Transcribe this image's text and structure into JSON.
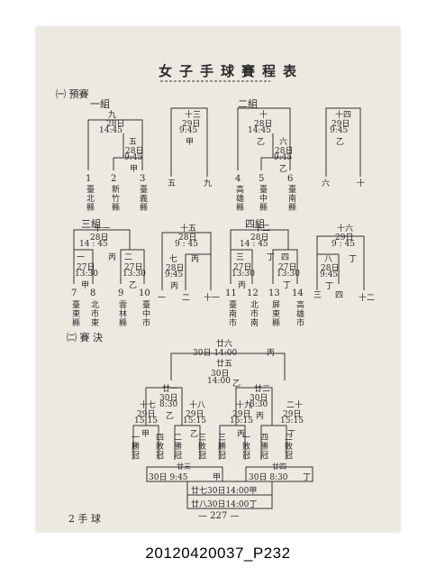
{
  "title": "女子手球賽程表",
  "section1": "㈠ 預賽",
  "section2": "㈡ 賽 決",
  "groups": [
    "一組",
    "二組",
    "三組",
    "四組"
  ],
  "matches": {
    "m9": {
      "no": "九",
      "date": "28日",
      "time": "14:45"
    },
    "m5": {
      "no": "五",
      "date": "28日",
      "time": "9:45",
      "side": "甲"
    },
    "m13": {
      "no": "十三",
      "date": "29日",
      "time": "9:45",
      "side": "甲"
    },
    "m10": {
      "no": "十",
      "date": "28日",
      "time": "14:45",
      "side": "乙"
    },
    "m6": {
      "no": "六",
      "date": "28日",
      "time": "9:45",
      "side": "乙"
    },
    "m14": {
      "no": "十四",
      "date": "29日",
      "time": "9:45",
      "side": "乙"
    },
    "m11": {
      "no": "十一",
      "date": "28日",
      "time": "14 : 45",
      "side": "丙"
    },
    "m1": {
      "no": "一",
      "date": "27日",
      "time": "13:30",
      "side": "甲"
    },
    "m2": {
      "no": "二",
      "date": "27日",
      "time": "13:30",
      "side": "乙"
    },
    "m15": {
      "no": "十五",
      "date": "28日",
      "time": "9 : 45"
    },
    "m7": {
      "no": "七",
      "date": "28日",
      "time": "9:45",
      "side": "丙"
    },
    "m12": {
      "no": "十二",
      "date": "28日",
      "time": "14 : 45",
      "side": "丁"
    },
    "m3": {
      "no": "三",
      "date": "27日",
      "time": "13:30",
      "side": "丙"
    },
    "m4": {
      "no": "四",
      "date": "27日",
      "time": "13:30",
      "side": "丁"
    },
    "m16": {
      "no": "十六",
      "date": "29日",
      "time": "9 : 45",
      "side": "丁"
    },
    "m8": {
      "no": "八",
      "date": "28日",
      "time": "9:45",
      "side": "丁"
    }
  },
  "side_bing": "丙",
  "teams": {
    "t1": {
      "no": "1",
      "name": "臺北縣"
    },
    "t2": {
      "no": "2",
      "name": "新竹縣"
    },
    "t3": {
      "no": "3",
      "name": "臺義縣"
    },
    "t4": {
      "no": "4",
      "name": "高雄縣"
    },
    "t5": {
      "no": "5",
      "name": "臺中縣"
    },
    "t6": {
      "no": "6",
      "name": "臺南縣"
    },
    "t7": {
      "no": "7",
      "name": "臺東縣"
    },
    "t8": {
      "no": "8",
      "name": "北市東"
    },
    "t9": {
      "no": "9",
      "name": "雲林縣"
    },
    "t10": {
      "no": "10",
      "name": "臺中市"
    },
    "t11": {
      "no": "11",
      "name": "臺南市"
    },
    "t12": {
      "no": "12",
      "name": "北市南"
    },
    "t13": {
      "no": "13",
      "name": "屏東縣"
    },
    "t14": {
      "no": "14",
      "name": "高雄市"
    }
  },
  "bye_labels": {
    "b5": "五",
    "b9": "九",
    "b6": "六",
    "b10": "十",
    "b1": "一",
    "b2": "二",
    "b11": "十一",
    "b3": "三",
    "b4": "四",
    "b12": "十二"
  },
  "finals": {
    "f26": {
      "no": "廿六",
      "text": "30日 14:00",
      "side": "丙"
    },
    "f25": {
      "no": "廿五",
      "date": "30日",
      "time": "14:00",
      "side": "乙"
    },
    "f21": {
      "no": "廿一",
      "date": "30日",
      "time": "8:30",
      "side": "乙"
    },
    "f22": {
      "no": "廿二",
      "date": "30日",
      "time": "8:30",
      "side": "丙"
    },
    "f17": {
      "no": "十七",
      "date": "29日",
      "time": "15:15",
      "side": "甲"
    },
    "f18": {
      "no": "十八",
      "date": "29日",
      "time": "15:15",
      "side": "乙"
    },
    "f19": {
      "no": "十九",
      "date": "29日",
      "time": "15:15",
      "side": "丙"
    },
    "f20": {
      "no": "二十",
      "date": "29日",
      "time": "15:15",
      "side": "丁"
    },
    "f23": {
      "no": "廿三",
      "text": "30日 9:45",
      "side": "甲"
    },
    "f24": {
      "no": "廿四",
      "text": "30日 8:30",
      "side": "丁"
    },
    "f27": {
      "text": "廿七30日14:00甲"
    },
    "f28": {
      "text": "廿八30日14:00丁"
    }
  },
  "result_labels": [
    "一勝冠",
    "四敗冠",
    "二勝冠",
    "三敗冠",
    "三勝冠",
    "一敗冠",
    "四勝冠",
    "二敗冠"
  ],
  "footer_left": "2 手 球",
  "page_number": "— 227 —",
  "caption": "20120420037_P232"
}
